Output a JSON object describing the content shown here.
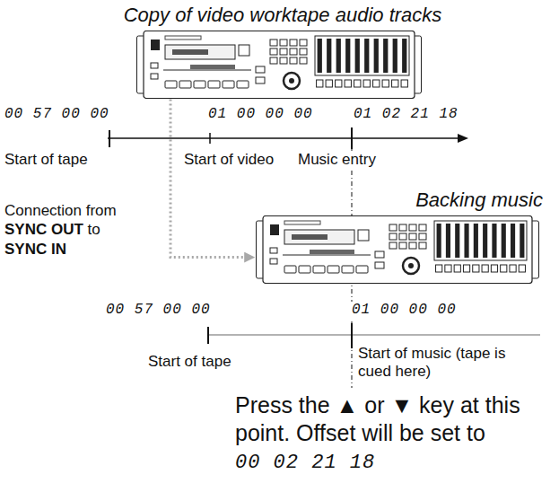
{
  "diagram": {
    "nodes": [
      {
        "text": [
          "Copy of video worktape audio tracks"
        ]
      },
      {
        "text": [
          "Backing music"
        ]
      }
    ],
    "edges": [
      {
        "from": 0,
        "to": 1,
        "arrow": "to",
        "label": "Connection from SYNC OUT to SYNC IN"
      }
    ],
    "labels": [
      "00 57 00 00",
      "01 00 00 00",
      "01 02 21 18",
      "Start of tape",
      "Start of video",
      "Music entry",
      "00 57 00 00",
      "01 00 00 00",
      "Start of tape",
      "Start of music (tape is cued here)",
      "Press the ▲ or ▼ key at this point. Offset will be set to",
      "00 02 21 18"
    ]
  }
}
